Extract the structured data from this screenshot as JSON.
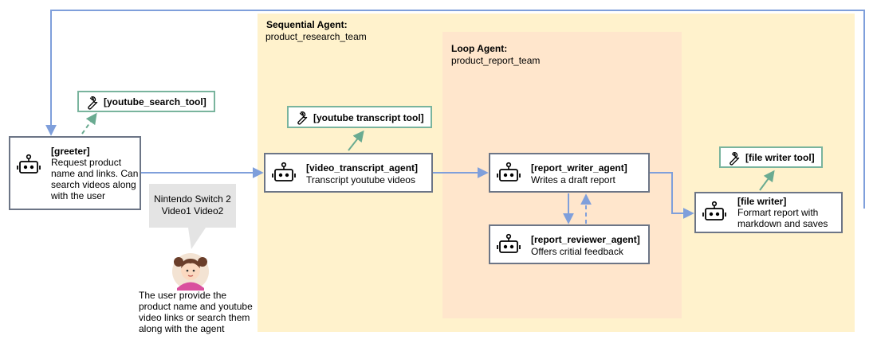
{
  "regions": {
    "sequential": {
      "title": "Sequential Agent:",
      "name": "product_research_team"
    },
    "loop": {
      "title": "Loop Agent:",
      "name": "product_report_team"
    }
  },
  "agents": {
    "greeter": {
      "name": "[greeter]",
      "desc": "Request product name and links. Can search videos along with the user"
    },
    "video_transcript": {
      "name": "[video_transcript_agent]",
      "desc": "Transcript youtube videos"
    },
    "report_writer": {
      "name": "[report_writer_agent]",
      "desc": "Writes a draft report"
    },
    "report_reviewer": {
      "name": "[report_reviewer_agent]",
      "desc": "Offers critial feedback"
    },
    "file_writer": {
      "name": "[file writer]",
      "desc": "Formart report with markdown and saves"
    }
  },
  "tools": {
    "youtube_search": "[youtube_search_tool]",
    "youtube_transcript": "[youtube transcript tool]",
    "file_writer_tool": "[file writer tool]"
  },
  "user": {
    "bubble_line1": "Nintendo Switch 2",
    "bubble_line2": "Video1 Video2",
    "description": "The user provide the product name and youtube video links or search them along with the agent"
  },
  "colors": {
    "flow_arrow": "#7f9fdb",
    "tool_arrow": "#6aab91",
    "sequential_bg": "#fff2cc",
    "loop_bg": "#ffe6cc",
    "agent_border": "#6c7586",
    "tool_border": "#79b49d"
  },
  "icons": [
    "robot-icon",
    "wrench-icon",
    "user-avatar-icon"
  ]
}
